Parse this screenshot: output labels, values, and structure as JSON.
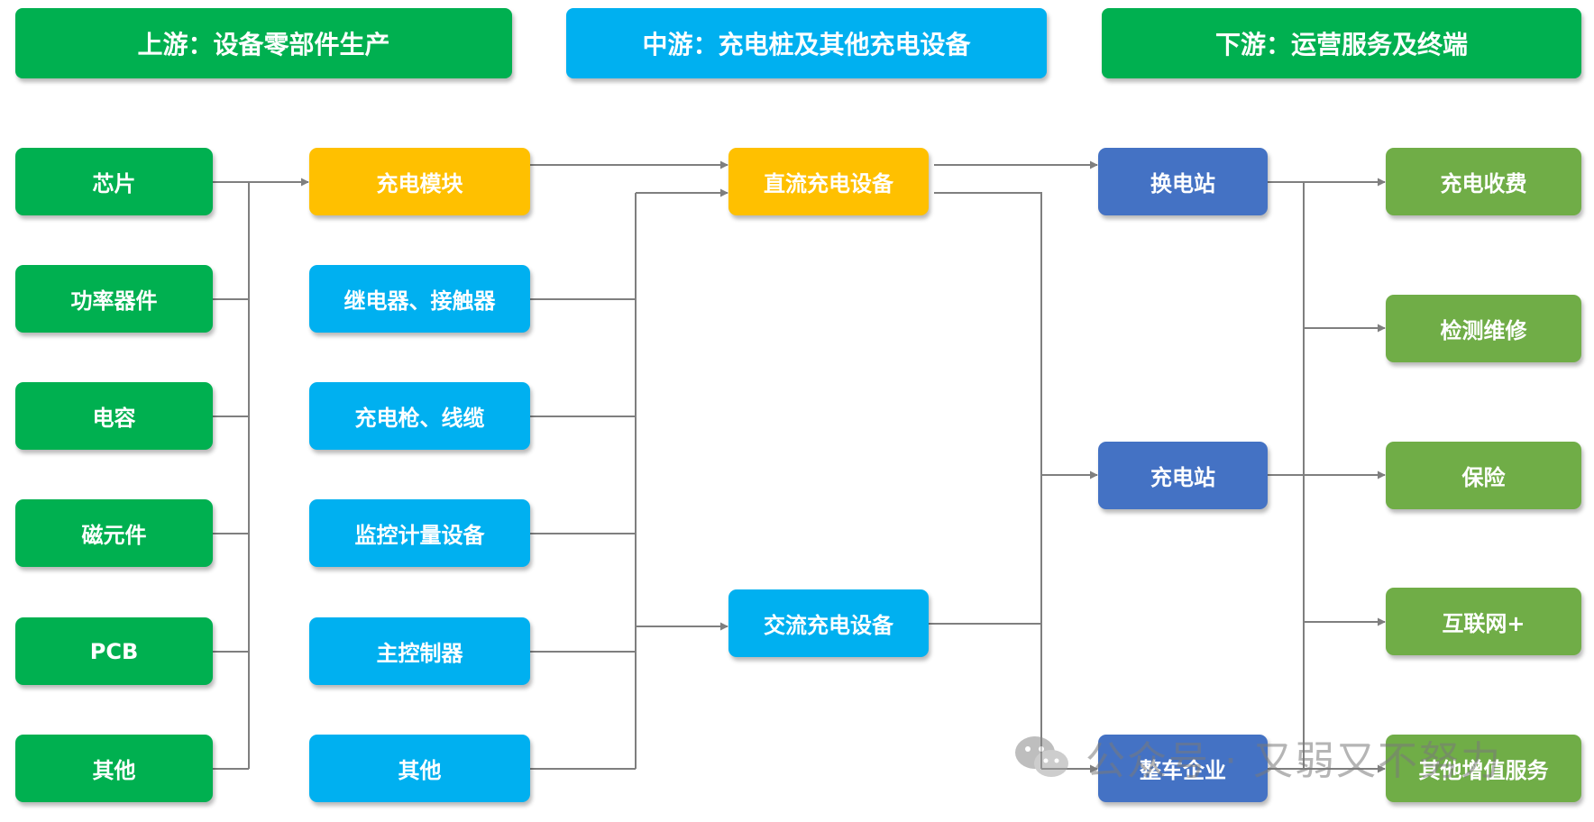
{
  "headers": {
    "upstream": "上游：设备零部件生产",
    "midstream": "中游：充电桩及其他充电设备",
    "downstream": "下游：运营服务及终端"
  },
  "components": [
    "芯片",
    "功率器件",
    "电容",
    "磁元件",
    "PCB",
    "其他"
  ],
  "parts": [
    "充电模块",
    "继电器、接触器",
    "充电枪、线缆",
    "监控计量设备",
    "主控制器",
    "其他"
  ],
  "equipment": [
    "直流充电设备",
    "交流充电设备"
  ],
  "stations": [
    "换电站",
    "充电站",
    "整车企业"
  ],
  "services": [
    "充电收费",
    "检测维修",
    "保险",
    "互联网+",
    "其他增值服务"
  ],
  "watermark": "公众号 · 又弱又不努力",
  "colors": {
    "green": "#00B050",
    "cyan": "#00B0F0",
    "gold": "#FFC000",
    "navy": "#4472C4",
    "olive": "#70AD47",
    "connector": "#7F7F7F"
  }
}
